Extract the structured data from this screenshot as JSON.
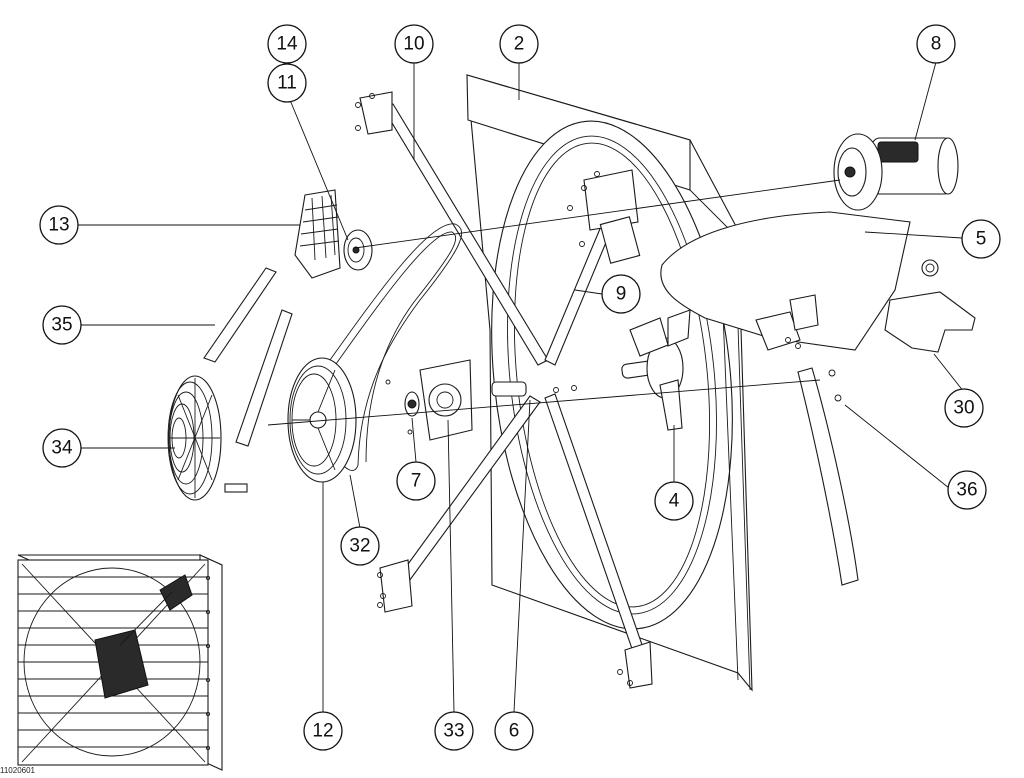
{
  "callouts": [
    {
      "id": "c2",
      "label": "2"
    },
    {
      "id": "c4",
      "label": "4"
    },
    {
      "id": "c5",
      "label": "5"
    },
    {
      "id": "c6",
      "label": "6"
    },
    {
      "id": "c7",
      "label": "7"
    },
    {
      "id": "c8",
      "label": "8"
    },
    {
      "id": "c9",
      "label": "9"
    },
    {
      "id": "c10",
      "label": "10"
    },
    {
      "id": "c11",
      "label": "11"
    },
    {
      "id": "c12",
      "label": "12"
    },
    {
      "id": "c13",
      "label": "13"
    },
    {
      "id": "c14",
      "label": "14"
    },
    {
      "id": "c30",
      "label": "30"
    },
    {
      "id": "c32",
      "label": "32"
    },
    {
      "id": "c33",
      "label": "33"
    },
    {
      "id": "c34",
      "label": "34"
    },
    {
      "id": "c35",
      "label": "35"
    },
    {
      "id": "c36",
      "label": "36"
    }
  ],
  "document_code": "11020601"
}
